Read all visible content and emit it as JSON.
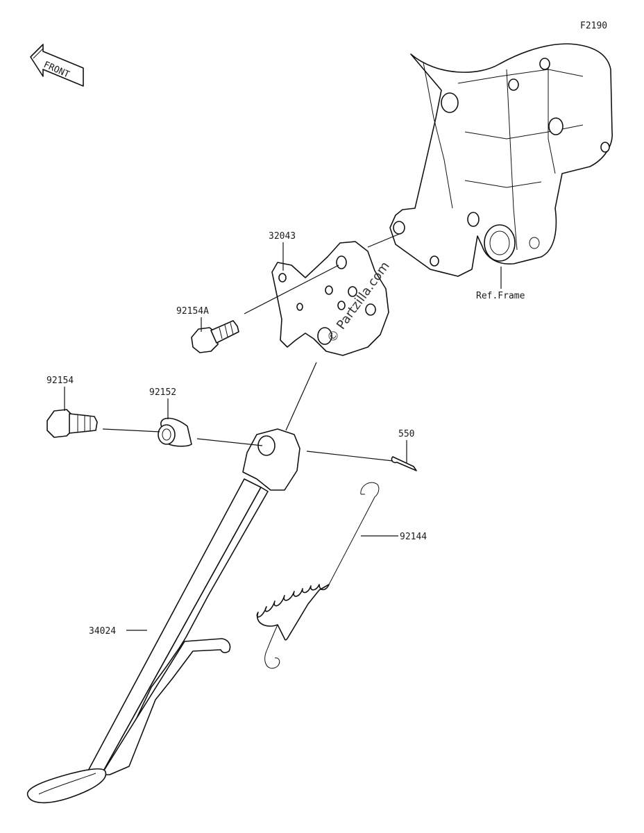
{
  "figure_code": "F2190",
  "front_arrow_label": "FRONT",
  "watermark": "© Partzilla.com",
  "ref_frame_label": "Ref.Frame",
  "parts": [
    {
      "id": "32043",
      "label": "32043"
    },
    {
      "id": "92154A",
      "label": "92154A"
    },
    {
      "id": "92154",
      "label": "92154"
    },
    {
      "id": "92152",
      "label": "92152"
    },
    {
      "id": "550",
      "label": "550"
    },
    {
      "id": "92144",
      "label": "92144"
    },
    {
      "id": "34024",
      "label": "34024"
    }
  ]
}
